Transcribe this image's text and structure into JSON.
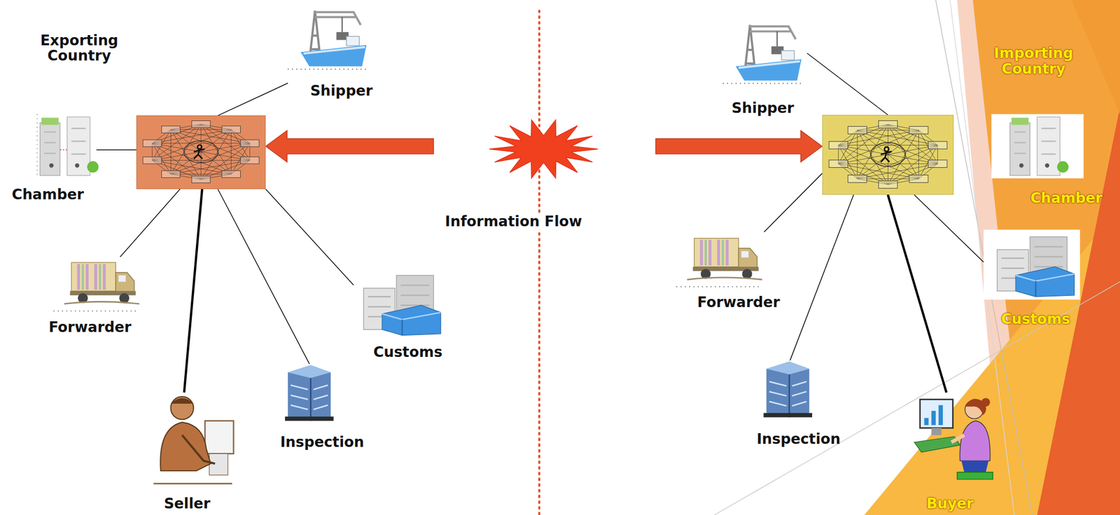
{
  "diagram": {
    "nodes": [
      {
        "text": []
      },
      {
        "text": [
          "Shipper"
        ]
      },
      {
        "text": [
          "Chamber"
        ]
      },
      {
        "text": [
          "Forwarder"
        ]
      },
      {
        "text": [
          "Seller"
        ]
      },
      {
        "text": [
          "Inspection"
        ]
      },
      {
        "text": [
          "Customs"
        ]
      },
      {
        "text": [
          "Information Flow"
        ]
      },
      {
        "text": []
      },
      {
        "text": [
          "Shipper"
        ]
      },
      {
        "text": [
          "Chamber"
        ]
      },
      {
        "text": [
          "Forwarder"
        ]
      },
      {
        "text": [
          "Inspection"
        ]
      },
      {
        "text": [
          "Customs"
        ]
      },
      {
        "text": [
          "Buyer"
        ]
      }
    ],
    "edges": [
      {
        "from": 0,
        "to": 1,
        "arrow": "none"
      },
      {
        "from": 0,
        "to": 2,
        "arrow": "none"
      },
      {
        "from": 0,
        "to": 3,
        "arrow": "none"
      },
      {
        "from": 0,
        "to": 4,
        "arrow": "none"
      },
      {
        "from": 0,
        "to": 5,
        "arrow": "none"
      },
      {
        "from": 0,
        "to": 6,
        "arrow": "none"
      },
      {
        "from": 7,
        "to": 0,
        "arrow": "to"
      },
      {
        "from": 7,
        "to": 8,
        "arrow": "to"
      },
      {
        "from": 8,
        "to": 9,
        "arrow": "none"
      },
      {
        "from": 8,
        "to": 11,
        "arrow": "none"
      },
      {
        "from": 8,
        "to": 12,
        "arrow": "none"
      },
      {
        "from": 8,
        "to": 13,
        "arrow": "none"
      },
      {
        "from": 8,
        "to": 14,
        "arrow": "none"
      }
    ],
    "labels": [
      "Exporting Country",
      "Importing Country"
    ]
  }
}
